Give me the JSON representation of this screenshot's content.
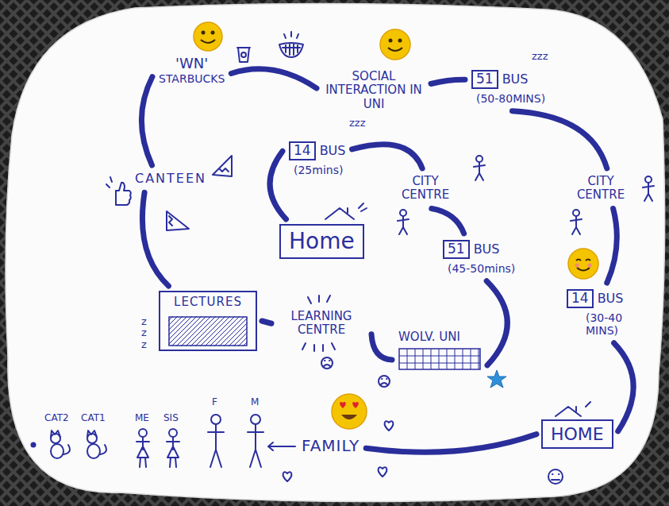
{
  "diagram": {
    "nodes": [
      {
        "text": [
          "'WN'",
          "STARBUCKS"
        ]
      },
      {
        "text": [
          "SOCIAL INTERACTION IN UNI"
        ]
      },
      {
        "text": [
          "51",
          "BUS",
          "(50-80MINS)"
        ]
      },
      {
        "text": [
          "14",
          "BUS",
          "(25mins)"
        ]
      },
      {
        "text": [
          "CITY CENTRE"
        ]
      },
      {
        "text": [
          "CITY CENTRE"
        ]
      },
      {
        "text": [
          "CANTEEN"
        ]
      },
      {
        "text": [
          "Home"
        ]
      },
      {
        "text": [
          "51",
          "BUS",
          "(45-50mins)"
        ]
      },
      {
        "text": [
          "14",
          "BUS",
          "(30-40 MINS)"
        ]
      },
      {
        "text": [
          "LECTURES"
        ]
      },
      {
        "text": [
          "LEARNING CENTRE"
        ]
      },
      {
        "text": [
          "WOLV. UNI"
        ]
      },
      {
        "text": [
          "HOME"
        ]
      },
      {
        "text": [
          "FAMILY"
        ]
      }
    ],
    "edges": [
      {
        "from": 0,
        "to": 1,
        "arrow": "none"
      },
      {
        "from": 1,
        "to": 2,
        "arrow": "none"
      },
      {
        "from": 2,
        "to": 5,
        "arrow": "none"
      },
      {
        "from": 5,
        "to": 9,
        "arrow": "none"
      },
      {
        "from": 9,
        "to": 13,
        "arrow": "none"
      },
      {
        "from": 13,
        "to": 14,
        "arrow": "none"
      },
      {
        "from": 6,
        "to": 0,
        "arrow": "none"
      },
      {
        "from": 10,
        "to": 6,
        "arrow": "none"
      },
      {
        "from": 11,
        "to": 10,
        "arrow": "none"
      },
      {
        "from": 12,
        "to": 11,
        "arrow": "none"
      },
      {
        "from": 7,
        "to": 3,
        "arrow": "none"
      },
      {
        "from": 3,
        "to": 4,
        "arrow": "none"
      },
      {
        "from": 4,
        "to": 8,
        "arrow": "none"
      },
      {
        "from": 8,
        "to": 12,
        "arrow": "none"
      }
    ],
    "labels": [
      "zzz",
      "zzz",
      "zzz",
      "CAT2",
      "CAT1",
      "ME",
      "SIS",
      "F",
      "M"
    ]
  }
}
